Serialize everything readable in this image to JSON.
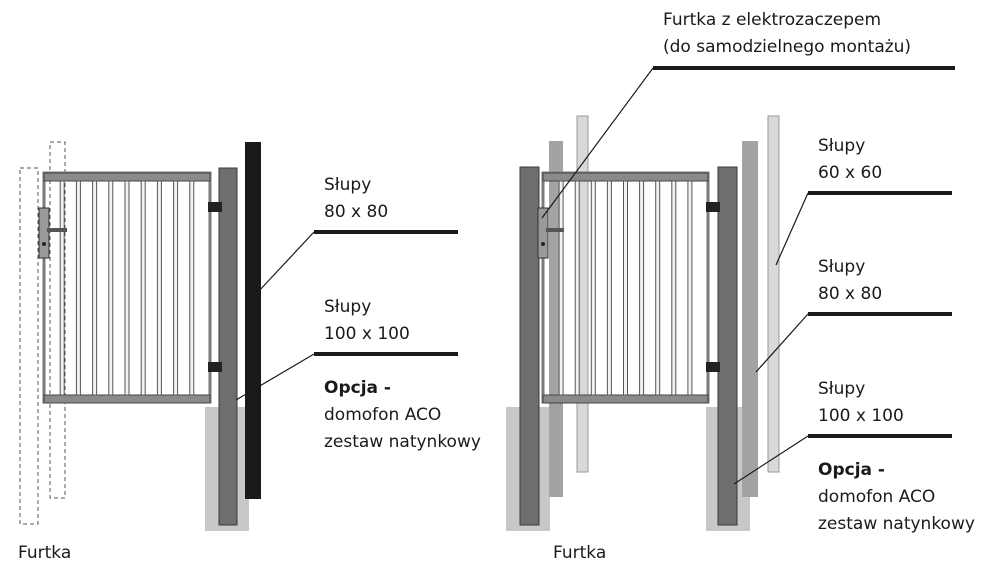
{
  "left": {
    "caption": "Furtka",
    "labels": {
      "posts_80_line1": "Słupy",
      "posts_80_line2": "80 x 80",
      "posts_100_line1": "Słupy",
      "posts_100_line2": "100 x 100",
      "option_title": "Opcja -",
      "option_line1": "domofon ACO",
      "option_line2": "zestaw natynkowy"
    }
  },
  "right": {
    "caption": "Furtka",
    "labels": {
      "gate_lock_line1": "Furtka z elektrozaczepem",
      "gate_lock_line2": "(do samodzielnego montażu)",
      "posts_60_line1": "Słupy",
      "posts_60_line2": "60 x 60",
      "posts_80_line1": "Słupy",
      "posts_80_line2": "80 x 80",
      "posts_100_line1": "Słupy",
      "posts_100_line2": "100 x 100",
      "option_title": "Opcja -",
      "option_line1": "domofon ACO",
      "option_line2": "zestaw natynkowy"
    }
  },
  "colors": {
    "frame": "#7a7a7a",
    "post_dark": "#6e6e6e",
    "post_black": "#1a1a1a",
    "post_mid": "#a3a3a3",
    "post_light": "#d9d9d9",
    "foundation": "#c8c8c8",
    "text": "#1a1a1a"
  }
}
